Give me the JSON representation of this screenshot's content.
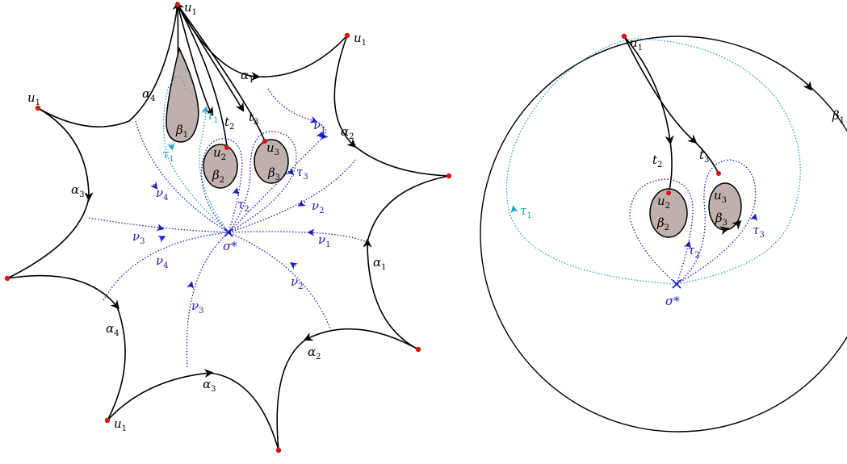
{
  "left": {
    "u_label": "u",
    "u_sub": "1",
    "sides": [
      {
        "sym": "α",
        "sub": "1"
      },
      {
        "sym": "α",
        "sub": "2"
      },
      {
        "sym": "α",
        "sub": "3"
      },
      {
        "sym": "α",
        "sub": "4"
      }
    ],
    "nu": [
      {
        "sym": "ν",
        "sub": "1"
      },
      {
        "sym": "ν",
        "sub": "2"
      },
      {
        "sym": "ν",
        "sub": "3"
      },
      {
        "sym": "ν",
        "sub": "4"
      }
    ],
    "beta": [
      {
        "sym": "β",
        "sub": "1"
      },
      {
        "sym": "β",
        "sub": "2"
      },
      {
        "sym": "β",
        "sub": "3"
      }
    ],
    "t": [
      {
        "sym": "t",
        "sub": "2"
      },
      {
        "sym": "t",
        "sub": "3"
      }
    ],
    "tau": [
      {
        "sym": "τ",
        "sub": "1"
      },
      {
        "sym": "τ",
        "sub": "2"
      },
      {
        "sym": "τ",
        "sub": "3"
      }
    ],
    "u2": {
      "sym": "u",
      "sub": "2"
    },
    "u3": {
      "sym": "u",
      "sub": "3"
    },
    "sigma": "σ*"
  },
  "right": {
    "u1": {
      "sym": "u",
      "sub": "1"
    },
    "beta1": {
      "sym": "β",
      "sub": "1"
    },
    "beta2": {
      "sym": "β",
      "sub": "2"
    },
    "beta3": {
      "sym": "β",
      "sub": "3"
    },
    "u2": {
      "sym": "u",
      "sub": "2"
    },
    "u3": {
      "sym": "u",
      "sub": "3"
    },
    "t2": {
      "sym": "t",
      "sub": "2"
    },
    "t3": {
      "sym": "t",
      "sub": "3"
    },
    "tau1": {
      "sym": "τ",
      "sub": "1"
    },
    "tau2": {
      "sym": "τ",
      "sub": "2"
    },
    "tau3": {
      "sym": "τ",
      "sub": "3"
    },
    "sigma": "σ*"
  }
}
